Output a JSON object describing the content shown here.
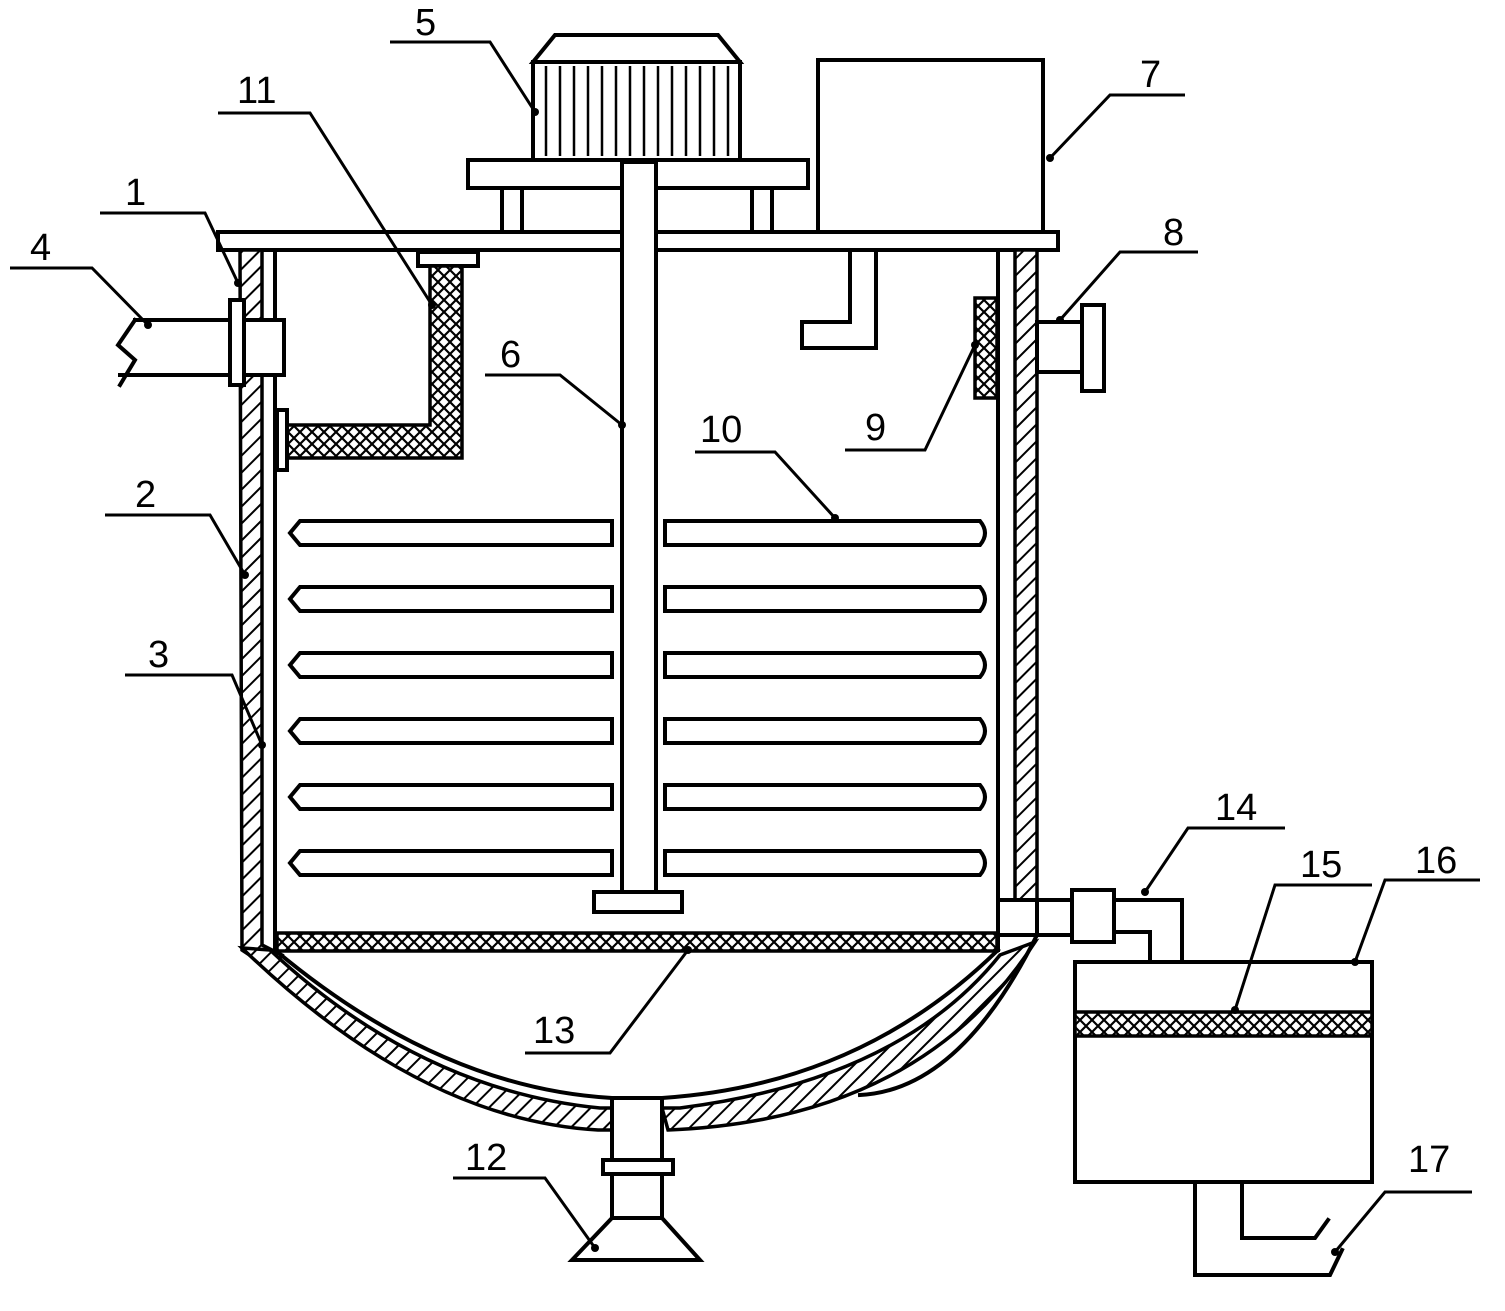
{
  "labels": [
    {
      "id": "1",
      "text": "1"
    },
    {
      "id": "2",
      "text": "2"
    },
    {
      "id": "3",
      "text": "3"
    },
    {
      "id": "4",
      "text": "4"
    },
    {
      "id": "5",
      "text": "5"
    },
    {
      "id": "6",
      "text": "6"
    },
    {
      "id": "7",
      "text": "7"
    },
    {
      "id": "8",
      "text": "8"
    },
    {
      "id": "9",
      "text": "9"
    },
    {
      "id": "10",
      "text": "10"
    },
    {
      "id": "11",
      "text": "11"
    },
    {
      "id": "12",
      "text": "12"
    },
    {
      "id": "13",
      "text": "13"
    },
    {
      "id": "14",
      "text": "14"
    },
    {
      "id": "15",
      "text": "15"
    },
    {
      "id": "16",
      "text": "16"
    },
    {
      "id": "17",
      "text": "17"
    }
  ],
  "colors": {
    "line": "#000000",
    "background": "#ffffff"
  }
}
